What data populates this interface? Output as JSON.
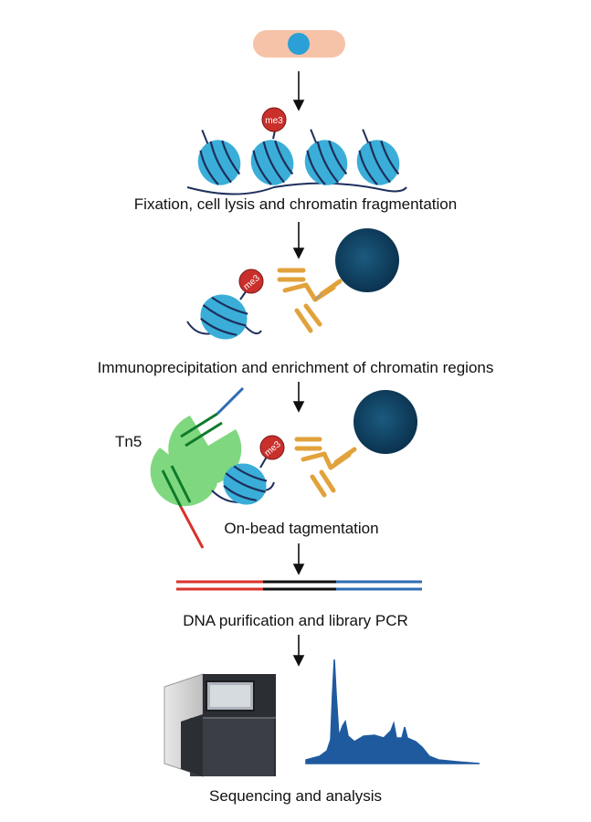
{
  "steps": [
    "Fixation, cell lysis and chromatin fragmentation",
    "Immunoprecipitation and enrichment of chromatin regions",
    "On-bead tagmentation",
    "DNA purification and library PCR",
    "Sequencing and analysis"
  ],
  "enzyme_label": "Tn5",
  "mark_label": "me3",
  "colors": {
    "nucleosome": "#3aaed8",
    "nucleosome_dark": "#1e7fad",
    "dna": "#1d2f5c",
    "mark": "#c9302c",
    "antibody": "#e2a23b",
    "bead": "#0f3f5c",
    "tn5": "#7fd87f",
    "adapter_red": "#d9332c",
    "adapter_blue": "#2f6db5",
    "cell_body": "#f6c3a8",
    "cell_nucleus": "#2aa0d6",
    "peak_fill": "#1f5a9e"
  }
}
